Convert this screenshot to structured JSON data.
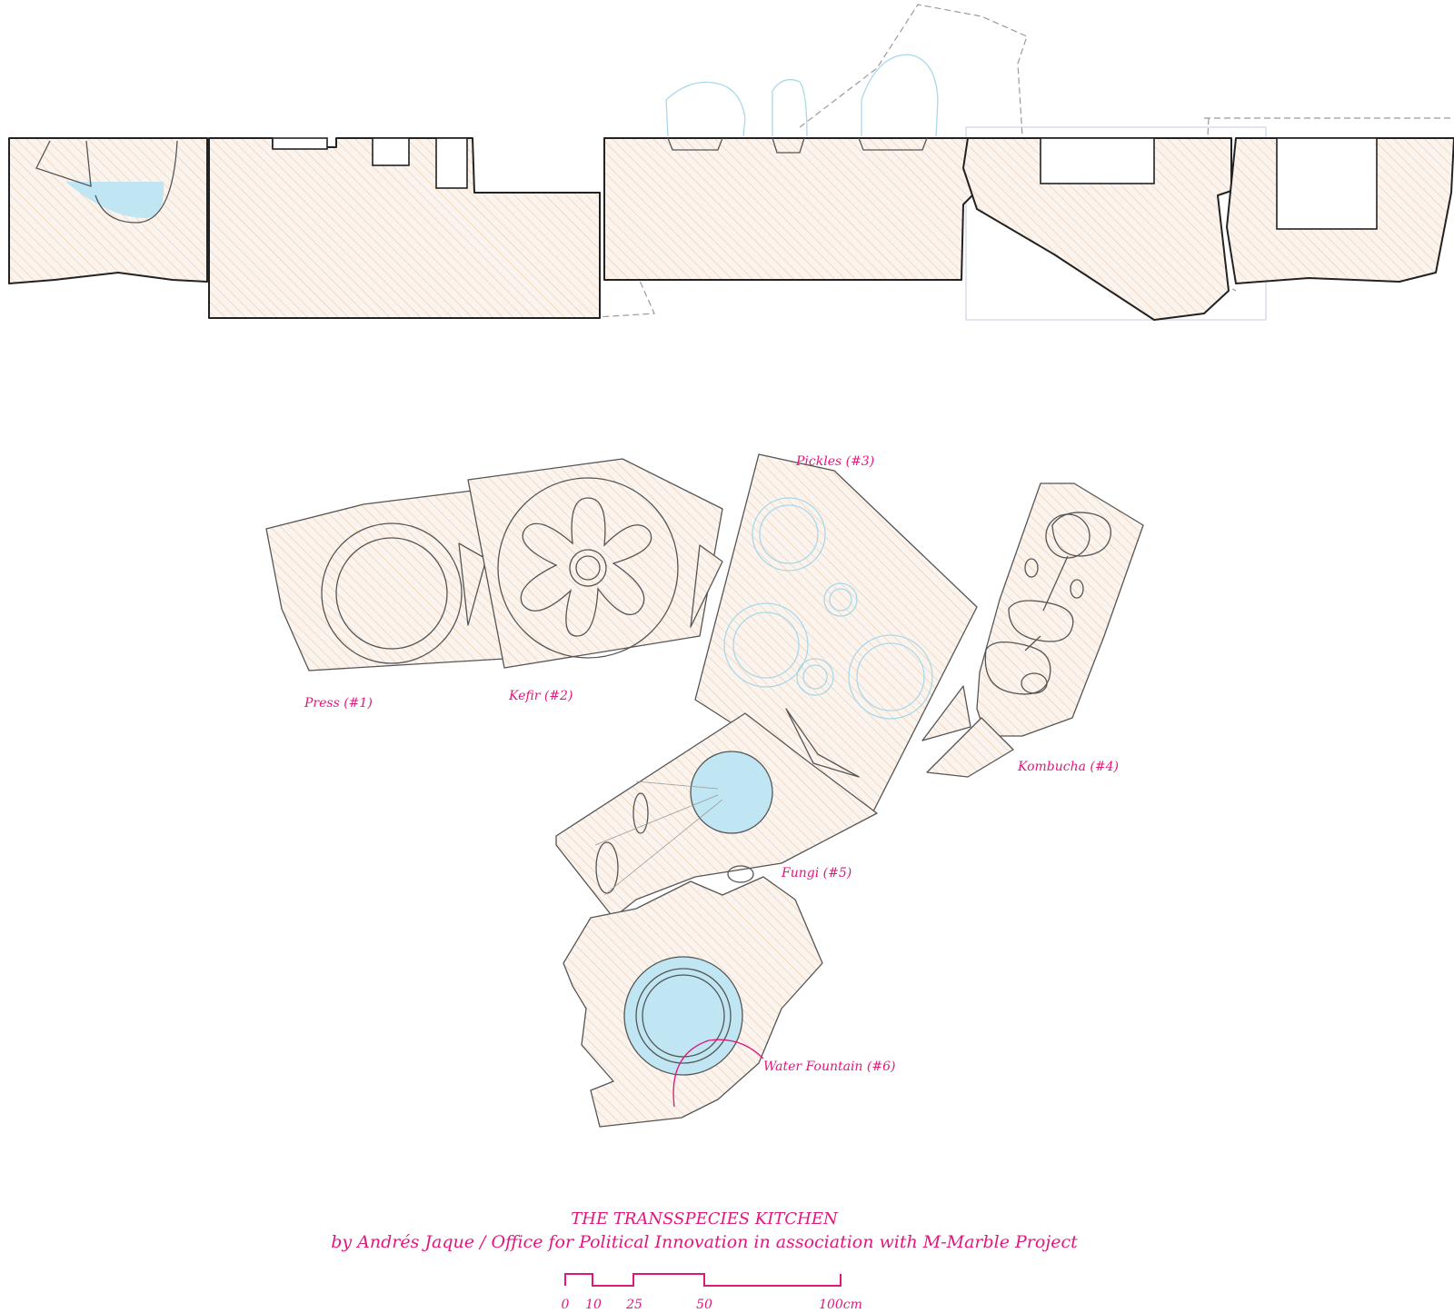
{
  "colors": {
    "accent": "#e0177d",
    "marble_fill": "#fbf4ee",
    "marble_hatch": "#ecc8a6",
    "outline": "#222222",
    "water": "#bfe6f2",
    "vessel": "#a9d8ea"
  },
  "labels": {
    "press": "Press (#1)",
    "kefir": "Kefir (#2)",
    "pickles": "Pickles (#3)",
    "kombucha": "Kombucha (#4)",
    "fungi": "Fungi (#5)",
    "water_fountain": "Water Fountain (#6)"
  },
  "caption": {
    "title": "THE TRANSSPECIES KITCHEN",
    "credits": "by Andrés Jaque / Office for Political Innovation in association with M-Marble Project"
  },
  "scale_bar": {
    "ticks": [
      "0",
      "10",
      "25",
      "50",
      "100cm"
    ]
  }
}
